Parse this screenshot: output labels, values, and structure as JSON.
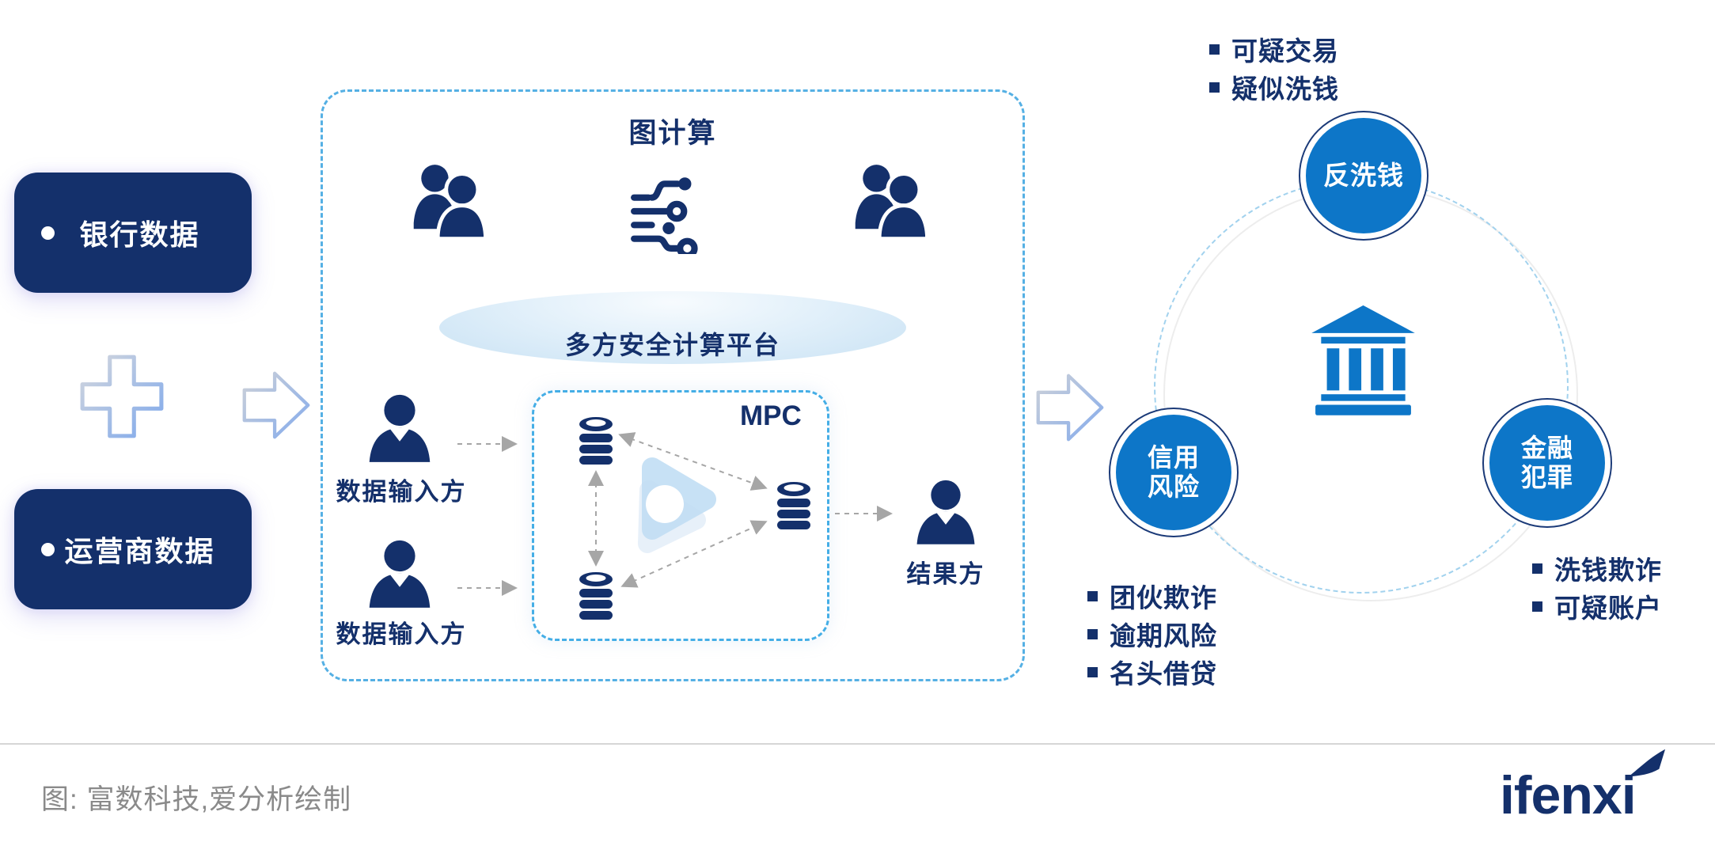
{
  "colors": {
    "navy": "#14306b",
    "circle_blue": "#0d76c8",
    "panel_dash_blue": "#55b0e4",
    "circle_dash_light_blue": "#a2d2ee",
    "connector_gray": "#a6a6a6",
    "caption_gray": "#8a8a8a"
  },
  "icons": [
    "people-group-icon",
    "circuit-graph-icon",
    "person-icon",
    "database-icon",
    "play-watermark-icon",
    "bank-icon",
    "plus-icon",
    "flow-arrow-icon",
    "logo-arrow-icon"
  ],
  "sources": {
    "items": [
      {
        "label": "银行数据"
      },
      {
        "label": "运营商数据"
      }
    ]
  },
  "platform": {
    "title": "图计算",
    "band_label": "多方安全计算平台",
    "mpc_label": "MPC",
    "input_party_a": "数据输入方",
    "input_party_b": "数据输入方",
    "result_party": "结果方"
  },
  "applications": {
    "aml": {
      "label": "反洗钱",
      "bullets": [
        "可疑交易",
        "疑似洗钱"
      ]
    },
    "credit": {
      "line1": "信用",
      "line2": "风险",
      "bullets": [
        "团伙欺诈",
        "逾期风险",
        "名头借贷"
      ]
    },
    "crime": {
      "line1": "金融",
      "line2": "犯罪",
      "bullets": [
        "洗钱欺诈",
        "可疑账户"
      ]
    }
  },
  "footer": {
    "caption": "图: 富数科技,爱分析绘制",
    "logo_text": "ifenxi"
  }
}
